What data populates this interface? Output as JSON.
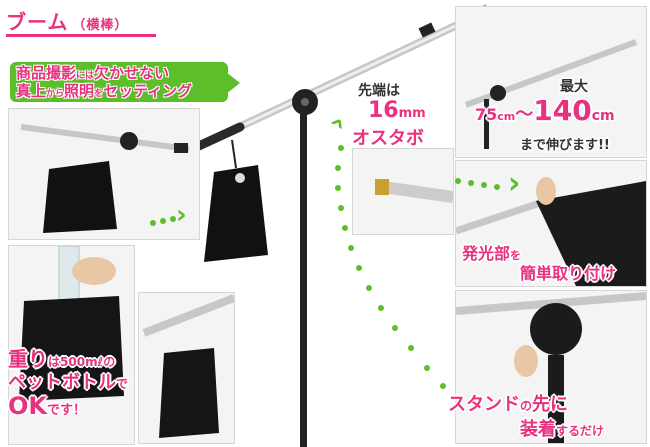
{
  "title": {
    "main": "ブーム",
    "sub": "（横棒）"
  },
  "banner": {
    "line1a": "商品撮影",
    "line1b": "には",
    "line1c": "欠かせない",
    "line2a": "真上",
    "line2b": "から",
    "line2c": "照明",
    "line2d": "を",
    "line2e": "セッティング"
  },
  "tip": {
    "line1": "先端は",
    "num": "16",
    "unit": "mm",
    "line3": "オスタボ"
  },
  "length": {
    "label": "最大",
    "from": "75",
    "from_unit": "cm",
    "tilde": "〜",
    "to": "140",
    "to_unit": "cm",
    "tail": "まで伸びます!!"
  },
  "light": {
    "a": "発光部",
    "b": "を",
    "c": "簡単取り付け"
  },
  "weight": {
    "a": "重り",
    "b": "は",
    "c": "500mℓ",
    "d": "の",
    "e": "ペットボトル",
    "f": "で",
    "g": "OK",
    "h": "です！"
  },
  "stand": {
    "a": "スタンド",
    "b": "の",
    "c": "先に",
    "d": "装着",
    "e": "するだけ"
  },
  "colors": {
    "pink": "#e8327f",
    "green": "#5cbf2a"
  }
}
